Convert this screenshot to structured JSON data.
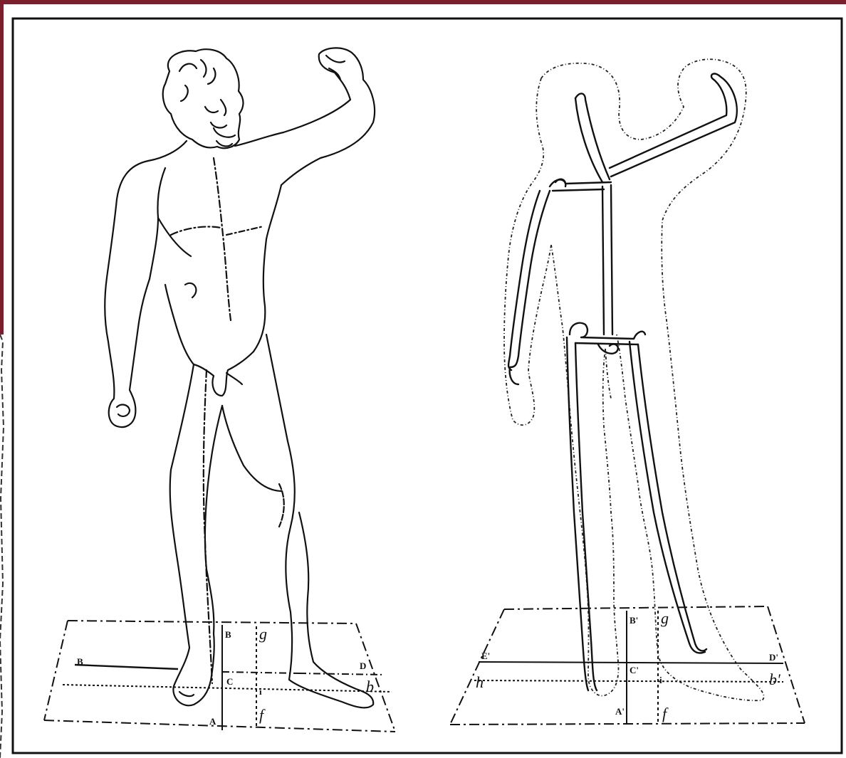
{
  "colors": {
    "accent_bar": "#7a1f2b",
    "ink": "#111111",
    "paper": "#ffffff"
  },
  "left_figure": {
    "labels": {
      "B_left": "B",
      "B_top": "B",
      "D": "D",
      "C": "C",
      "A": "A",
      "g": "g",
      "f": "f",
      "b": "b",
      "i": "i"
    }
  },
  "right_figure": {
    "labels": {
      "E": "E'",
      "Bp": "B'",
      "D": "D'",
      "C": "C'",
      "A": "A'",
      "g": "g",
      "f": "f",
      "h": "h",
      "b": "b'",
      "i": "i"
    }
  }
}
